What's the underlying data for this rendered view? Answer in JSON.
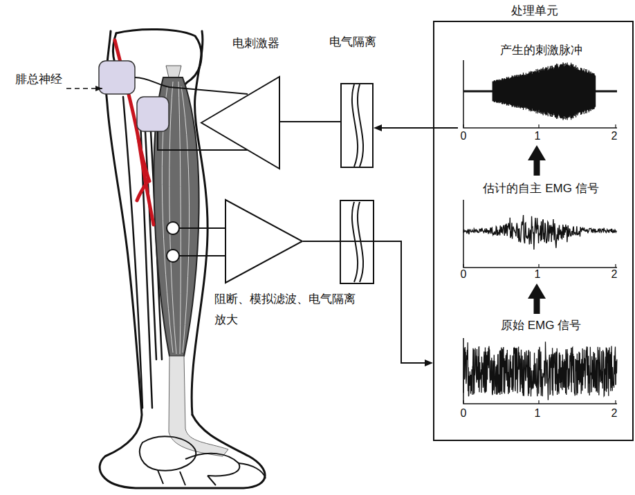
{
  "diagram": {
    "nodes": [
      {
        "text": [
          "处理单元"
        ]
      },
      {
        "text": [
          "产生的刺激脉冲"
        ],
        "in": 0
      },
      {
        "text": [
          "估计的自主 EMG 信号"
        ],
        "in": 0
      },
      {
        "text": [
          "原始 EMG 信号"
        ],
        "in": 0
      },
      {
        "text": [
          "电刺激器"
        ]
      },
      {
        "text": [
          "电气隔离"
        ]
      },
      {
        "text": [
          "阻断、模拟滤波、电气隔离 放大"
        ]
      }
    ],
    "edges": [
      {
        "from": 3,
        "to": 2,
        "arrow": "to"
      },
      {
        "from": 2,
        "to": 1,
        "arrow": "to"
      },
      {
        "from": 1,
        "to": 5,
        "arrow": "to"
      },
      {
        "from": 5,
        "to": 4,
        "arrow": "none"
      },
      {
        "from": 6,
        "to": 0,
        "arrow": "to"
      }
    ],
    "labels": [
      "腓总神经",
      "0",
      "1",
      "2",
      "0",
      "1",
      "2",
      "0",
      "1",
      "2"
    ]
  }
}
